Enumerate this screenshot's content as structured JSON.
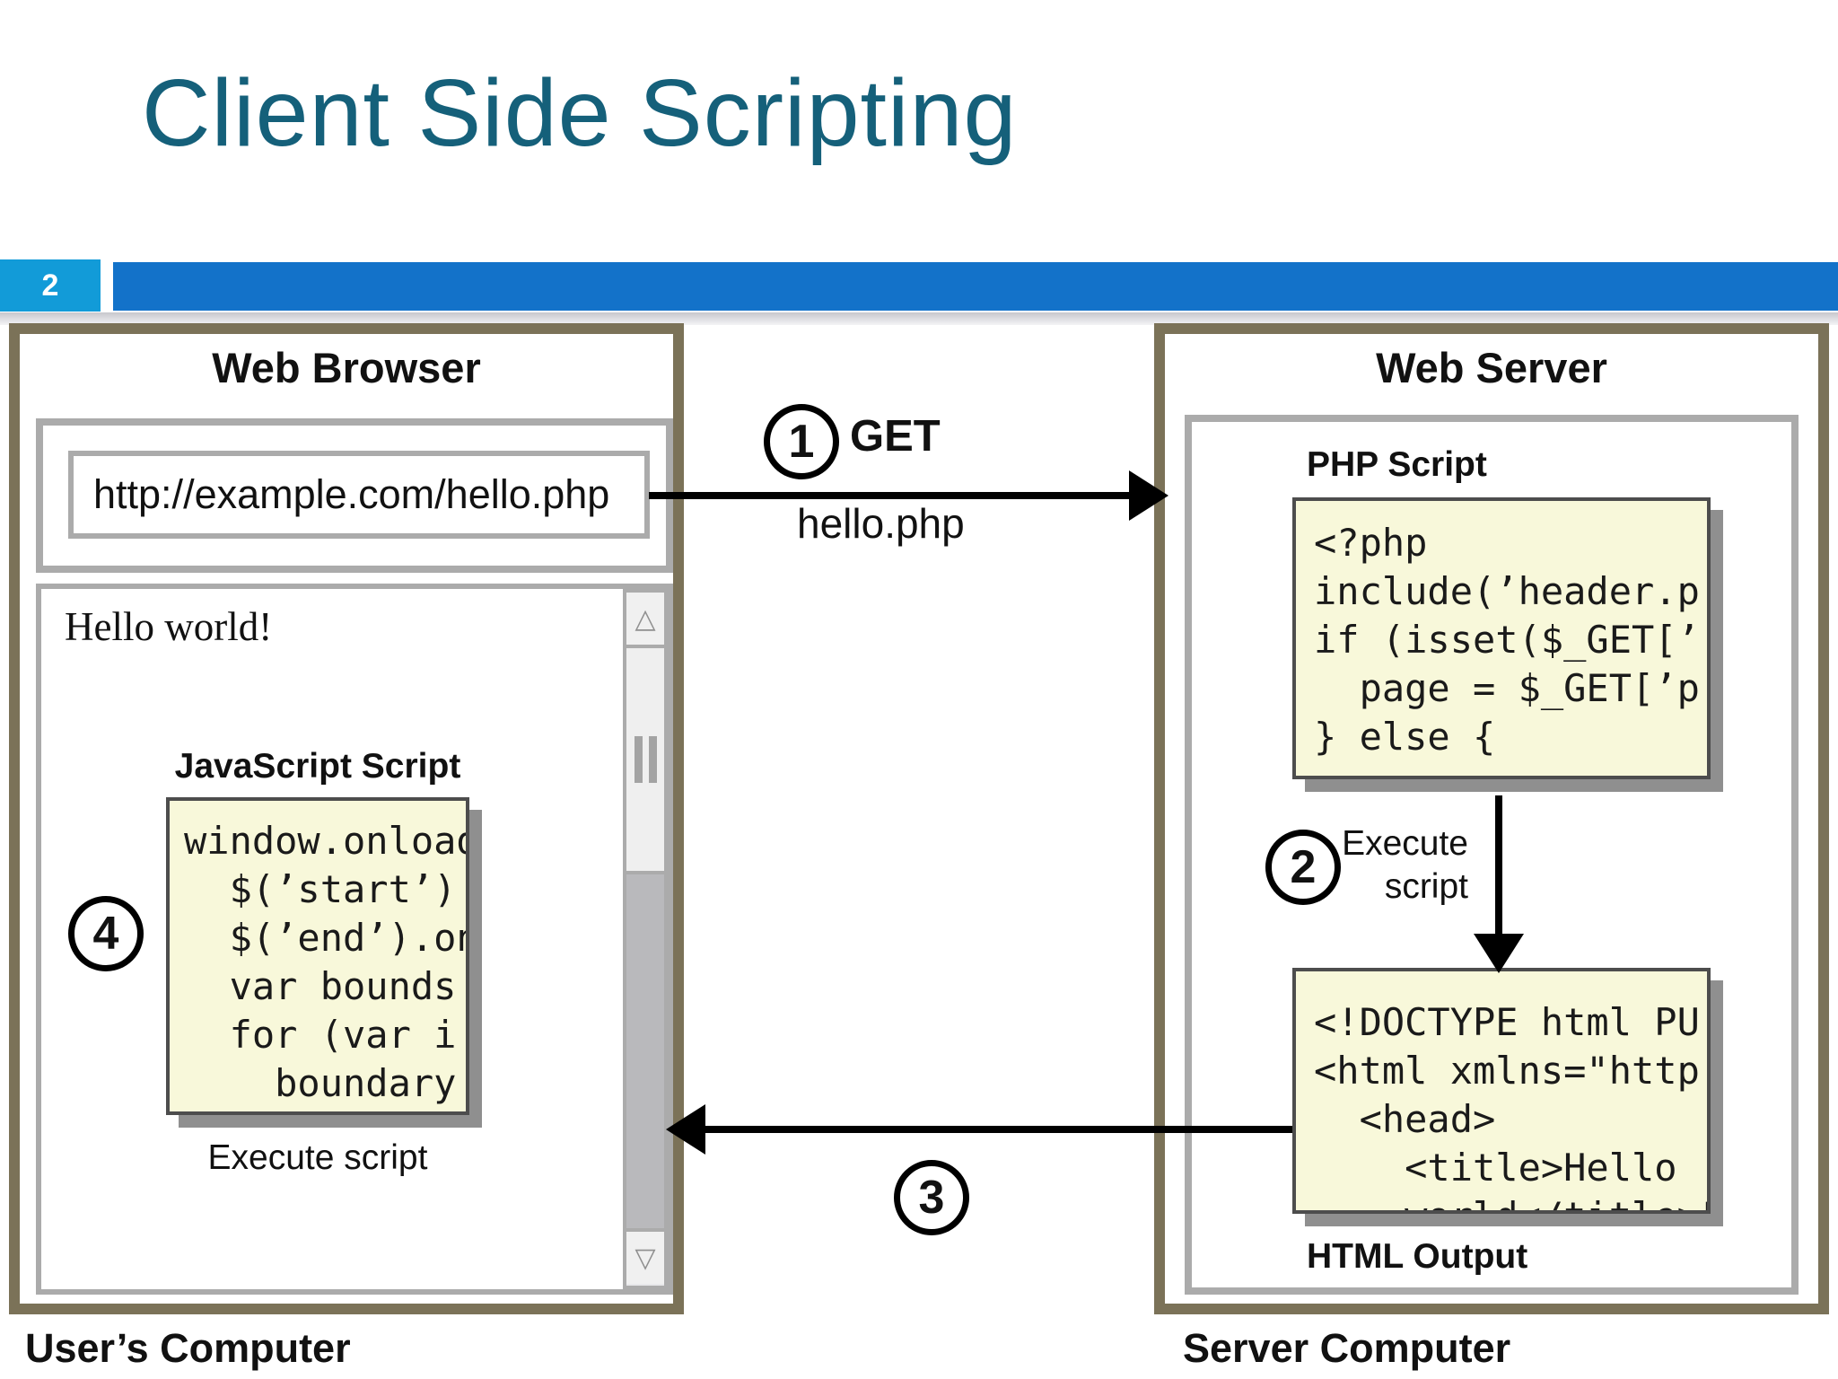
{
  "slide": {
    "title": "Client Side Scripting",
    "page_number": "2"
  },
  "browser": {
    "title": "Web Browser",
    "url": "http://example.com/hello.php",
    "page_content": "Hello world!",
    "js_label": "JavaScript Script",
    "js_code": [
      "window.onload",
      "  $(’start’)",
      "  $(’end’).on",
      "  var bounds",
      "  for (var i",
      "    boundary"
    ],
    "execute_label": "Execute script",
    "computer_label": "User’s Computer",
    "scrollbar": {
      "up_glyph": "△",
      "down_glyph": "▽"
    }
  },
  "server": {
    "title": "Web Server",
    "php_label": "PHP Script",
    "php_code": [
      "<?php",
      "include(’header.p",
      "if (isset($_GET[’",
      "  page = $_GET[’p",
      "} else {"
    ],
    "execute_line1": "Execute",
    "execute_line2": "script",
    "html_code": [
      "<!DOCTYPE html PU",
      "<html xmlns=\"http",
      "  <head>",
      "    <title>Hello",
      "    world</title>\""
    ],
    "html_label": "HTML Output",
    "computer_label": "Server Computer"
  },
  "steps": {
    "one": "1",
    "two": "2",
    "three": "3",
    "four": "4",
    "get_label": "GET",
    "get_target": "hello.php"
  },
  "colors": {
    "accent_teal": "#15607a",
    "bar_blue": "#1372c9",
    "page_box_blue": "#129bd8",
    "box_border_brown": "#7b7258",
    "code_bg_yellow": "#f8f8da"
  }
}
